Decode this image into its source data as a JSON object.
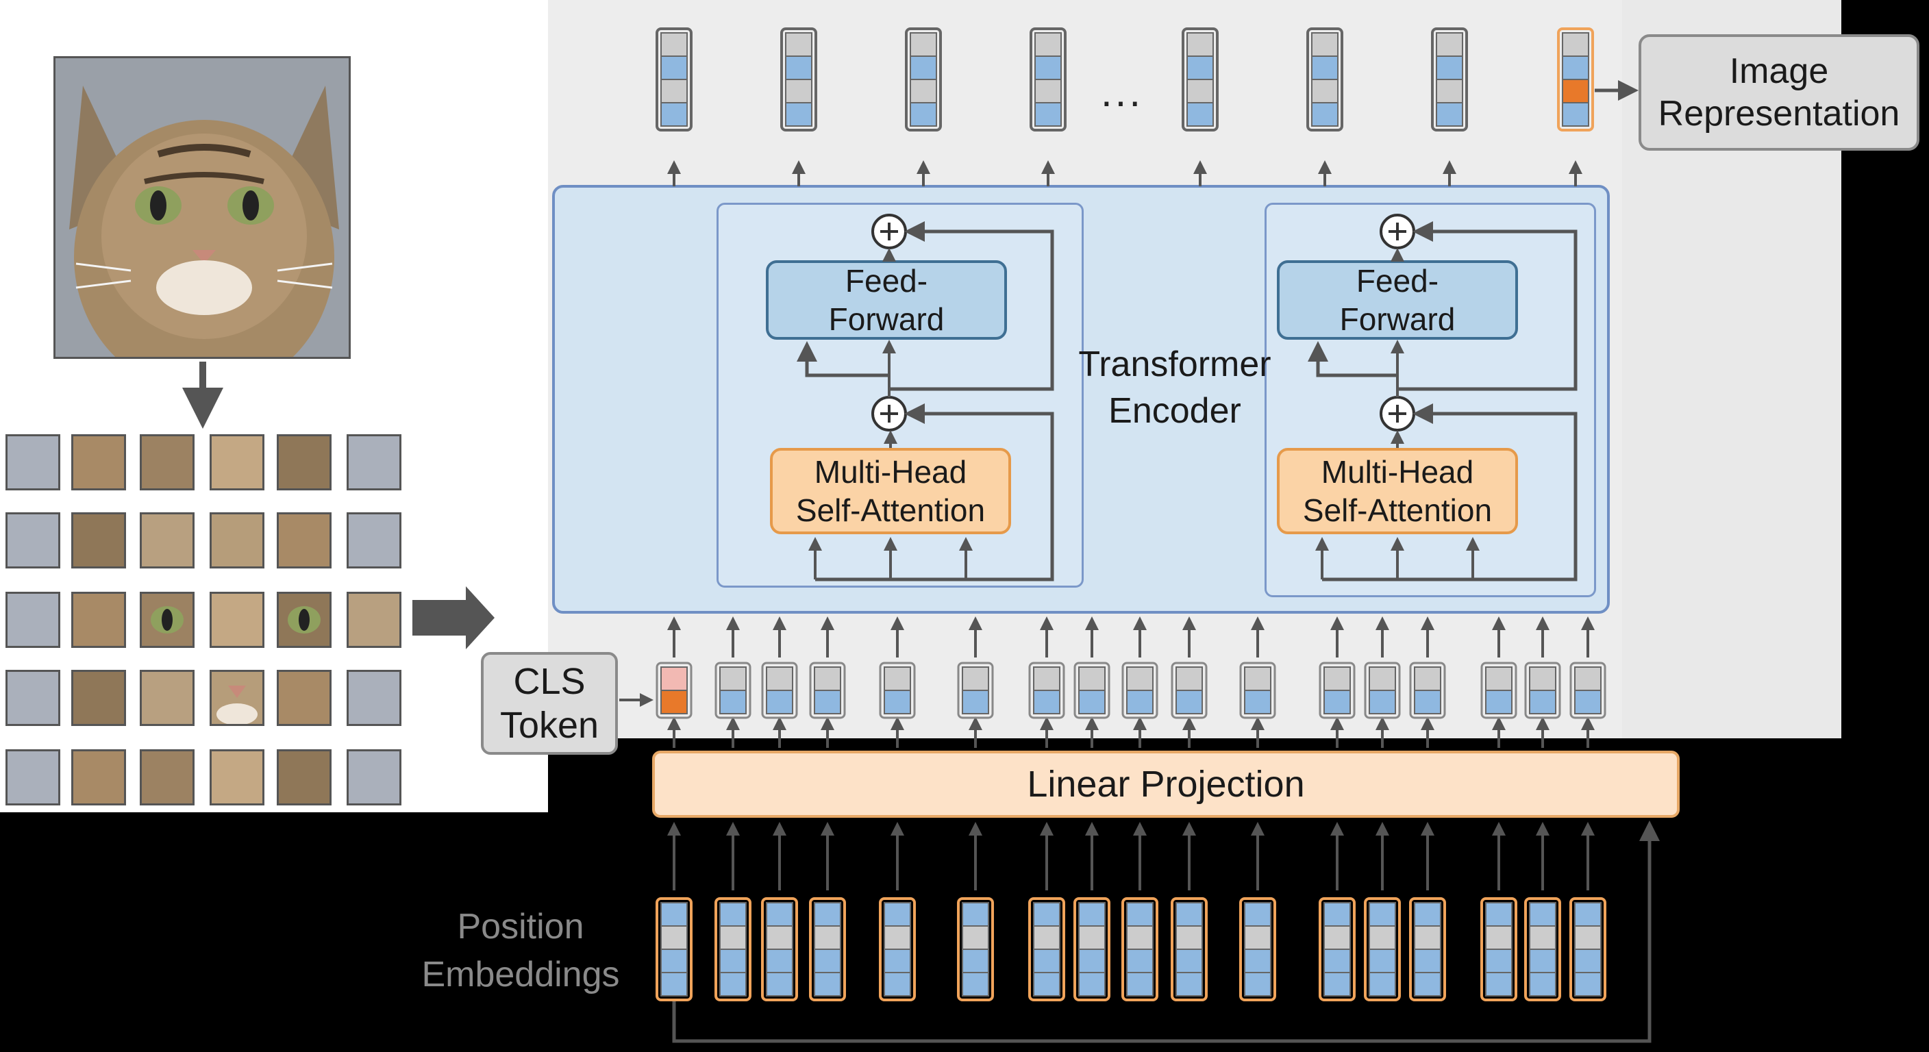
{
  "encoder": {
    "label": "Transformer\nEncoder",
    "feed_forward_label": "Feed-\nForward",
    "mhsa_label": "Multi-Head\nSelf-Attention"
  },
  "linear_projection_label": "Linear Projection",
  "cls_token_label": "CLS\nToken",
  "image_representation_label": "Image\nRepresentation",
  "position_embeddings_label": "Position\nEmbeddings",
  "ellipsis": "...",
  "colors": {
    "token_blue": "#8fb8e0",
    "token_grey": "#cccccc",
    "cls_orange": "#e8792a",
    "cls_pink": "#f2b9b3",
    "embed_border": "#f0a35a",
    "output_highlight": "#f0a35a",
    "arrow": "#555555"
  },
  "icons": [
    "cat-photo",
    "add-circle-icon",
    "arrow-icon"
  ]
}
